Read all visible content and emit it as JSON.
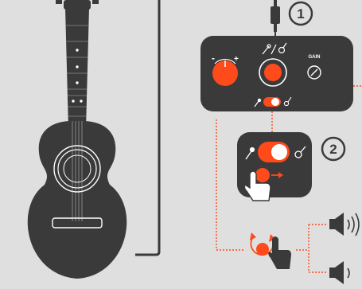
{
  "colors": {
    "background": "#dfdfdf",
    "device": "#3a3a3a",
    "accent": "#ff4a1c",
    "outline": "#ffffff",
    "dotted_line": "#ff4a1c"
  },
  "interface_panel": {
    "minus_label": "-",
    "plus_label": "+",
    "gain_label": "GAIN",
    "icons": [
      "guitar-jack-icon",
      "mic-guitar-icon",
      "gain-knob-icon",
      "mic-icon",
      "guitar-icon",
      "toggle-switch-icon"
    ]
  },
  "steps": {
    "step1_label": "1",
    "step2_label": "2"
  },
  "icons": [
    "guitar-icon",
    "cable-icon",
    "speaker-loud-icon",
    "speaker-soft-icon",
    "hand-press-icon",
    "hand-rotate-icon"
  ]
}
